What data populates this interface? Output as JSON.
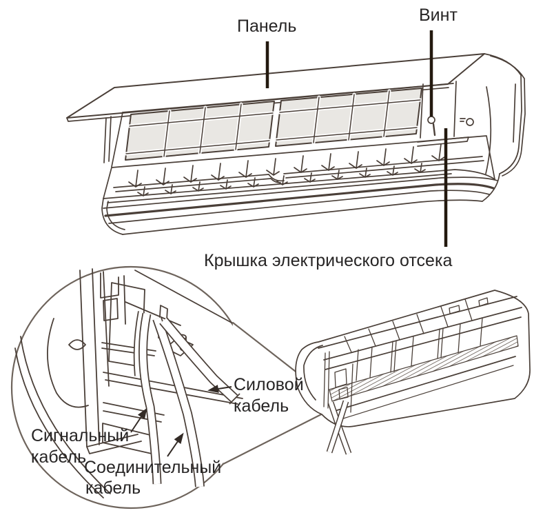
{
  "figure": {
    "colors": {
      "line": "#4a3f38",
      "leader_line": "#23190f",
      "callout_stroke": "#6e645c",
      "filter_fill": "#e9e7e3",
      "text": "#272525",
      "background": "#ffffff"
    },
    "labels": {
      "panel": {
        "text": "Панель"
      },
      "screw": {
        "text": "Винт"
      },
      "electrical_cover": {
        "text": "Крышка электрического отсека"
      },
      "power_cable": {
        "text": "Силовой кабель",
        "lines": [
          "Силовой",
          "кабель"
        ]
      },
      "signal_cable": {
        "text": "Сигнальный кабель",
        "lines": [
          "Сигнальный",
          "кабель"
        ]
      },
      "connecting_cable": {
        "text": "Соединительный кабель",
        "lines": [
          "Соединительный",
          "кабель"
        ]
      }
    }
  }
}
